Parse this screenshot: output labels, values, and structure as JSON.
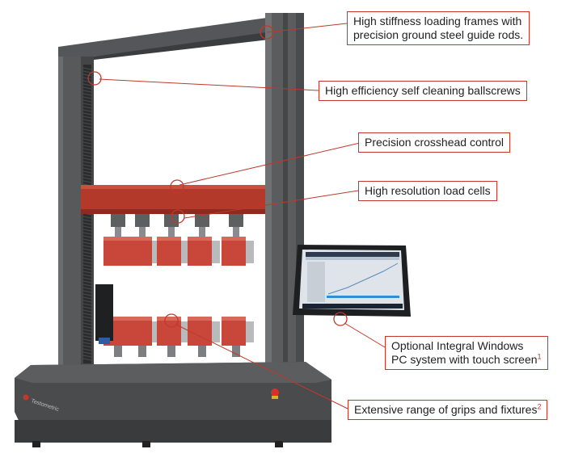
{
  "callouts": [
    {
      "id": "frames",
      "lines": [
        "High stiffness loading frames with",
        "precision ground steel guide rods."
      ],
      "sup": ""
    },
    {
      "id": "ballscrews",
      "lines": [
        "High efficiency self cleaning ballscrews"
      ],
      "sup": ""
    },
    {
      "id": "crosshead",
      "lines": [
        "Precision crosshead control"
      ],
      "sup": ""
    },
    {
      "id": "loadcells",
      "lines": [
        "High resolution load cells"
      ],
      "sup": ""
    },
    {
      "id": "pc",
      "lines": [
        "Optional Integral Windows",
        "PC system with touch screen"
      ],
      "sup": "1"
    },
    {
      "id": "grips",
      "lines": [
        "Extensive range of grips and fixtures"
      ],
      "sup": "2"
    }
  ],
  "brand": "Testometric",
  "colors": {
    "accent": "#c0392b",
    "frame": "#5b5c5e",
    "frame_dark": "#3e3f41",
    "crosshead": "#b3392b",
    "grip": "#c8473a",
    "base": "#4a4b4d"
  }
}
